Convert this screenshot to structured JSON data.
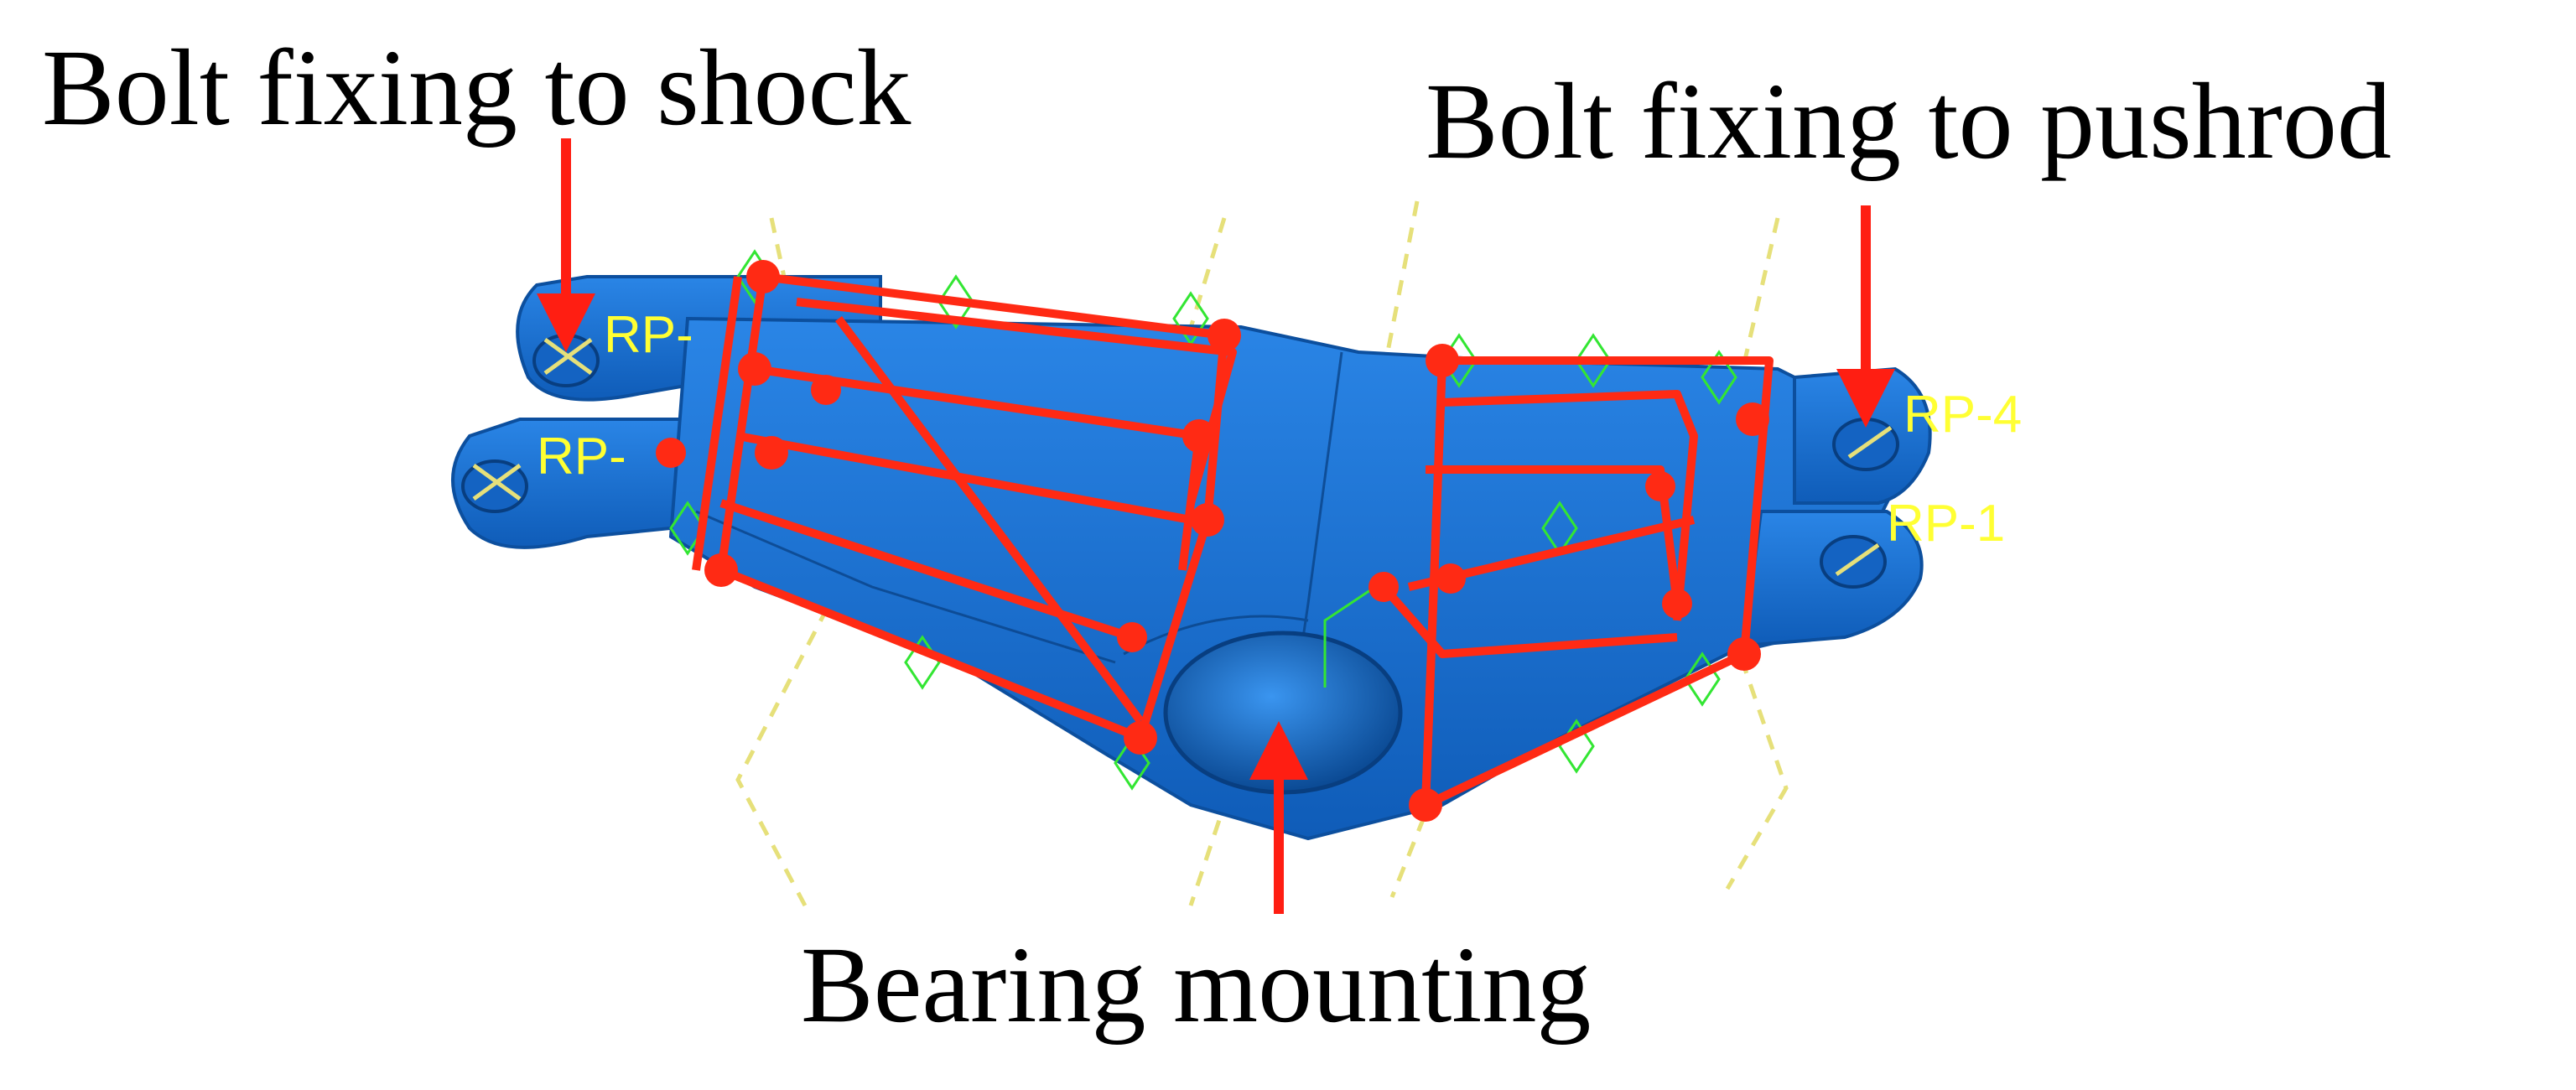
{
  "callouts": {
    "shock": "Bolt fixing to shock",
    "pushrod": "Bolt fixing to pushrod",
    "bearing": "Bearing mounting"
  },
  "reference_points": {
    "rp_upper_left": "RP-",
    "rp_lower_left": "RP-",
    "rp_4": "RP-4",
    "rp_1": "RP-1"
  },
  "colors": {
    "part_blue": "#1a73d6",
    "part_blue_dark": "#0c4f9e",
    "coupling_red": "#ff2a14",
    "mesh_green": "#33e633",
    "spring_dashed": "#e6e07a",
    "rp_label_yellow": "#ffff33",
    "arrow_red": "#ff1e12"
  }
}
